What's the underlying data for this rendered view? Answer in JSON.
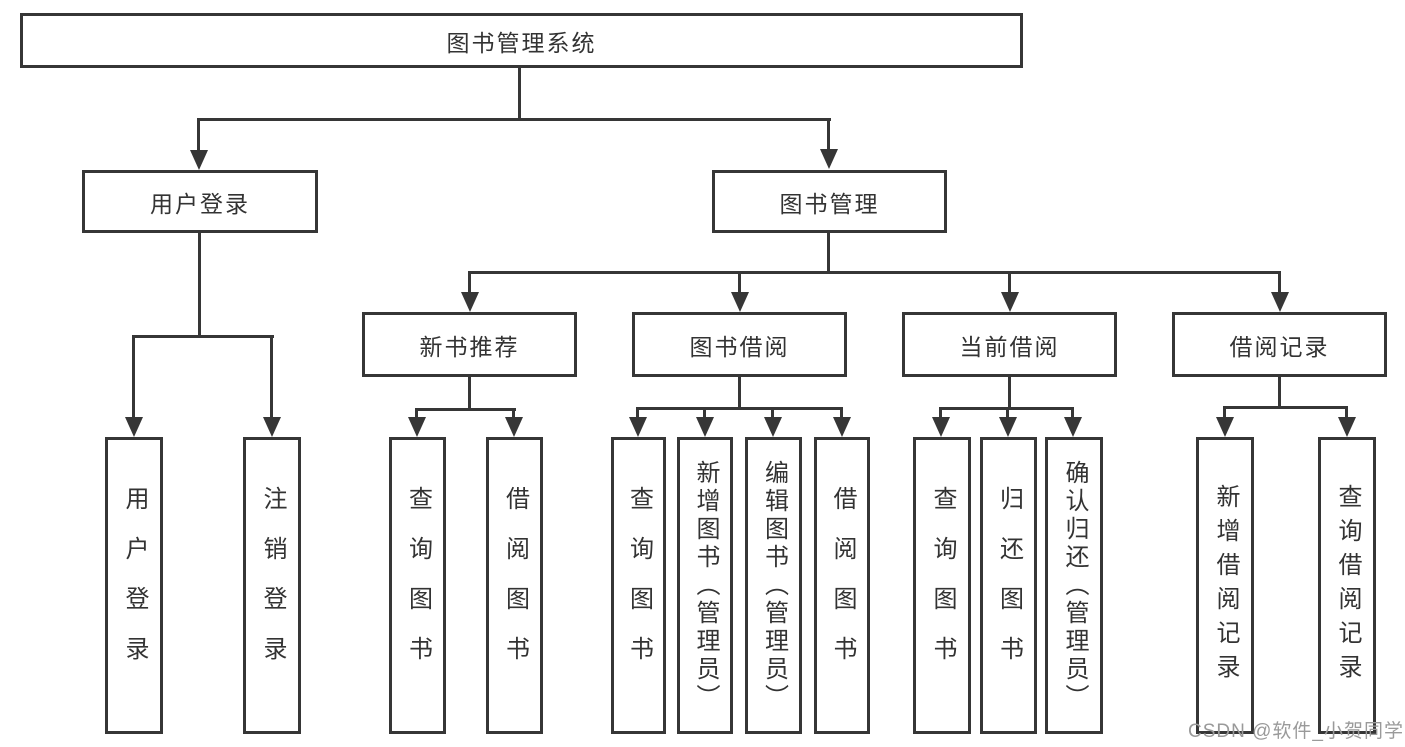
{
  "tree": {
    "root": {
      "label": "图书管理系统"
    },
    "branches": [
      {
        "label": "用户登录",
        "children": [
          {
            "label": "用户登录"
          },
          {
            "label": "注销登录"
          }
        ]
      },
      {
        "label": "图书管理",
        "children": [
          {
            "label": "新书推荐",
            "children": [
              {
                "label": "查询图书"
              },
              {
                "label": "借阅图书"
              }
            ]
          },
          {
            "label": "图书借阅",
            "children": [
              {
                "label": "查询图书"
              },
              {
                "label": "新增图书（管理员）"
              },
              {
                "label": "编辑图书（管理员）"
              },
              {
                "label": "借阅图书"
              }
            ]
          },
          {
            "label": "当前借阅",
            "children": [
              {
                "label": "查询图书"
              },
              {
                "label": "归还图书"
              },
              {
                "label": "确认归还（管理员）"
              }
            ]
          },
          {
            "label": "借阅记录",
            "children": [
              {
                "label": "新增借阅记录"
              },
              {
                "label": "查询借阅记录"
              }
            ]
          }
        ]
      }
    ]
  },
  "watermark": {
    "text": "CSDN @软件_小贺同学"
  },
  "colors": {
    "line": "#363636",
    "box_border": "#363636",
    "text": "#333333",
    "watermark": "#9a9a9a",
    "background": "#ffffff"
  }
}
